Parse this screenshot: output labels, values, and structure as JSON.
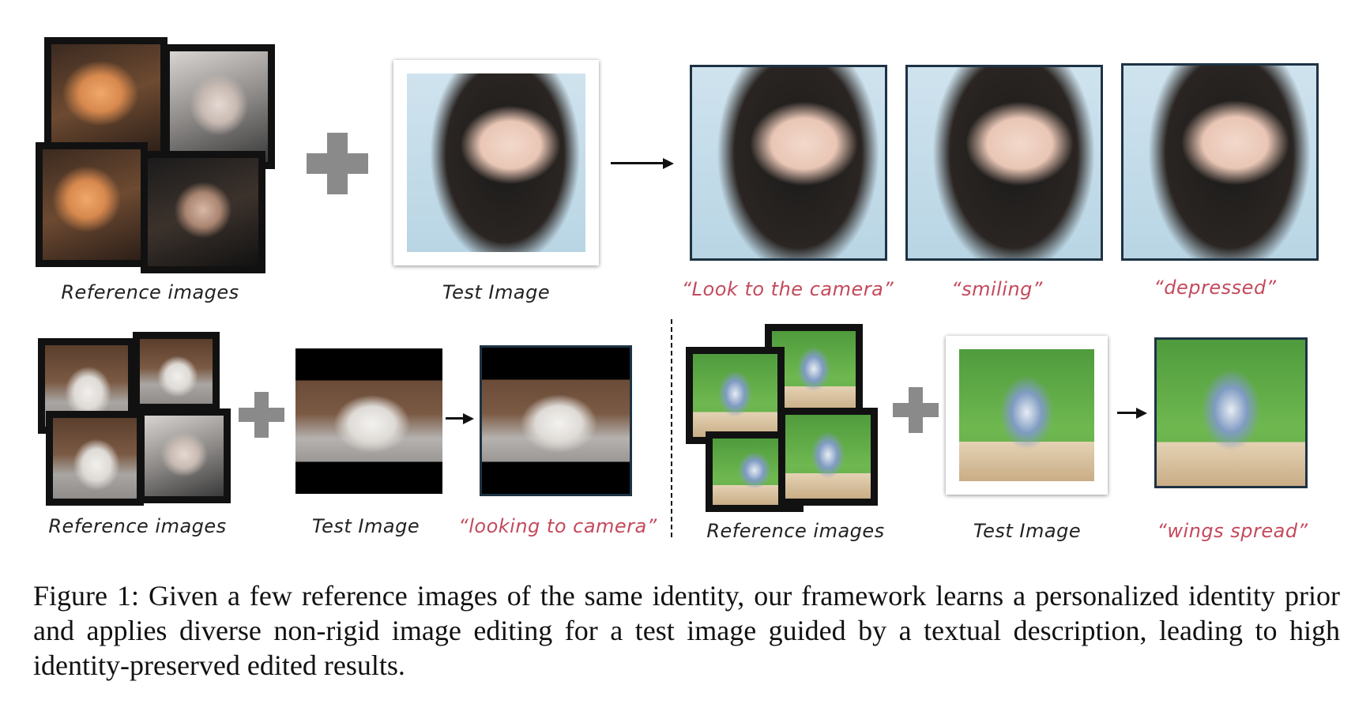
{
  "top_row": {
    "reference_caption": "Reference images",
    "test_caption": "Test Image",
    "prompts": [
      "“Look to the camera”",
      "“smiling”",
      "“depressed”"
    ]
  },
  "bottom_left": {
    "reference_caption": "Reference images",
    "test_caption": "Test Image",
    "prompt": "“looking to camera”"
  },
  "bottom_right": {
    "reference_caption": "Reference images",
    "test_caption": "Test Image",
    "prompt": "“wings spread”"
  },
  "figure_caption": {
    "text": "Figure 1: Given a few reference images of the same identity, our framework learns a personalized identity prior and applies diverse non-rigid image editing for a test image guided by a textual description, leading to high identity-preserved edited results."
  },
  "colors": {
    "prompt_text": "#c4495c",
    "plus_sign": "#8a8a8a",
    "result_frame": "#1d3344"
  }
}
